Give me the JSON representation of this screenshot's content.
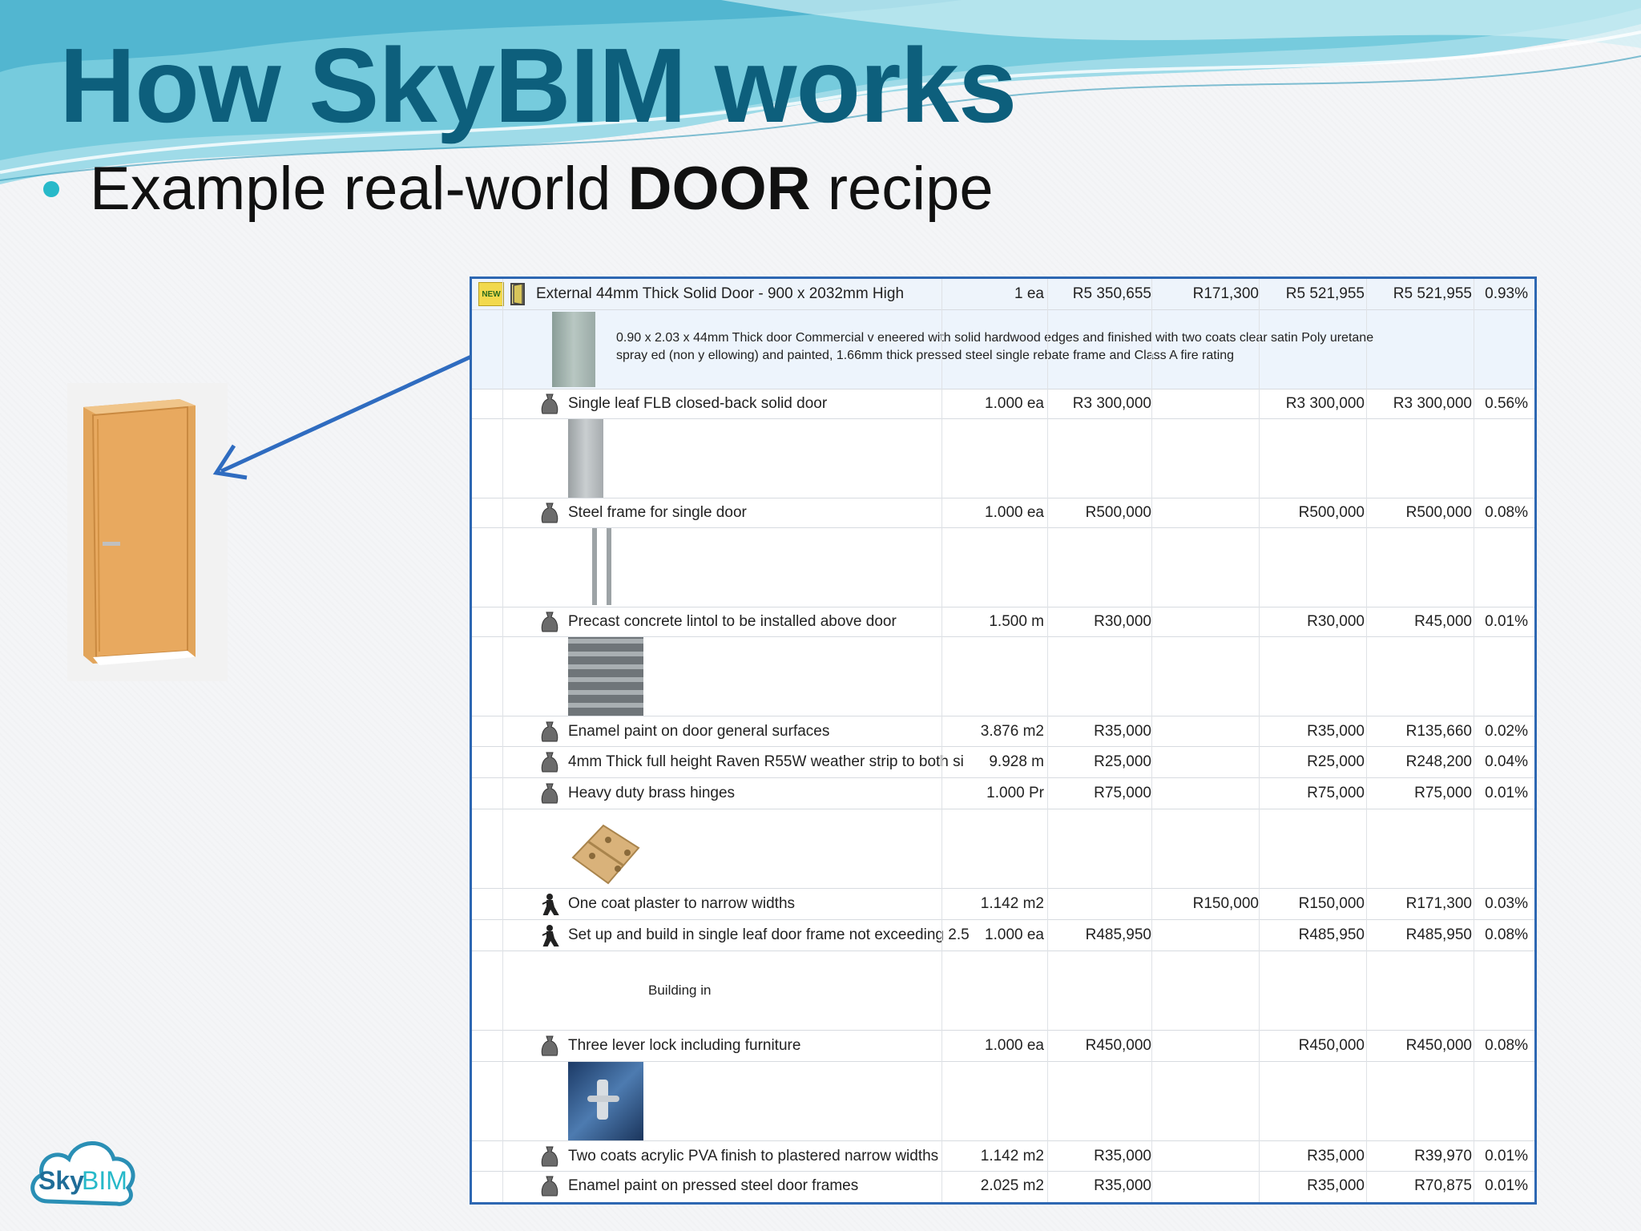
{
  "slide": {
    "title": "How SkyBIM works",
    "subtitle_prefix": "Example real-world ",
    "subtitle_bold": "DOOR",
    "subtitle_suffix": " recipe",
    "colors": {
      "title": "#0d5f7c",
      "bullet": "#27b9c9",
      "table_border": "#2d67b2",
      "arrow": "#2f6cc0"
    }
  },
  "logo": {
    "text_sky": "Sky",
    "text_bim": "BIM"
  },
  "table": {
    "header_item": {
      "badge": "NEW",
      "description": "External 44mm Thick Solid Door - 900 x 2032mm High",
      "qty": "1 ea",
      "rate": "R5 350,655",
      "labour": "R171,300",
      "total_rate": "R5 521,955",
      "amount": "R5 521,955",
      "pct": "0.93%",
      "note_line1": "0.90 x 2.03 x 44mm Thick door Commercial v eneered with solid hardwood edges and finished with two coats clear satin Poly uretane",
      "note_line2": "spray ed (non y ellowing) and painted, 1.66mm thick pressed steel single rebate frame and Class A fire rating"
    },
    "rows": [
      {
        "icon": "material-bag-icon",
        "description": "Single leaf FLB closed-back solid door",
        "qty": "1.000 ea",
        "rate": "R3 300,000",
        "labour": "",
        "total_rate": "R3 300,000",
        "amount": "R3 300,000",
        "pct": "0.56%"
      },
      {
        "icon": "material-bag-icon",
        "description": "Steel frame for single door",
        "qty": "1.000 ea",
        "rate": "R500,000",
        "labour": "",
        "total_rate": "R500,000",
        "amount": "R500,000",
        "pct": "0.08%"
      },
      {
        "icon": "material-bag-icon",
        "description": "Precast concrete lintol to be installed above door",
        "qty": "1.500 m",
        "rate": "R30,000",
        "labour": "",
        "total_rate": "R30,000",
        "amount": "R45,000",
        "pct": "0.01%"
      },
      {
        "icon": "material-bag-icon",
        "description": "Enamel paint on door general surfaces",
        "qty": "3.876 m2",
        "rate": "R35,000",
        "labour": "",
        "total_rate": "R35,000",
        "amount": "R135,660",
        "pct": "0.02%"
      },
      {
        "icon": "material-bag-icon",
        "description": "4mm Thick full height Raven R55W weather strip to both si",
        "qty": "9.928 m",
        "rate": "R25,000",
        "labour": "",
        "total_rate": "R25,000",
        "amount": "R248,200",
        "pct": "0.04%"
      },
      {
        "icon": "material-bag-icon",
        "description": "Heavy duty brass hinges",
        "qty": "1.000 Pr",
        "rate": "R75,000",
        "labour": "",
        "total_rate": "R75,000",
        "amount": "R75,000",
        "pct": "0.01%"
      },
      {
        "icon": "labour-worker-icon",
        "description": "One coat plaster to narrow widths",
        "qty": "1.142 m2",
        "rate": "",
        "labour": "R150,000",
        "total_rate": "R150,000",
        "amount": "R171,300",
        "pct": "0.03%"
      },
      {
        "icon": "labour-worker-icon",
        "description": "Set up and build in single leaf door frame not exceeding 2.5",
        "qty": "1.000 ea",
        "rate": "R485,950",
        "labour": "",
        "total_rate": "R485,950",
        "amount": "R485,950",
        "pct": "0.08%"
      },
      {
        "icon": "material-bag-icon",
        "description": "Three lever lock including furniture",
        "qty": "1.000 ea",
        "rate": "R450,000",
        "labour": "",
        "total_rate": "R450,000",
        "amount": "R450,000",
        "pct": "0.08%"
      },
      {
        "icon": "material-bag-icon",
        "description": "Two coats acrylic PVA finish to plastered narrow widths",
        "qty": "1.142 m2",
        "rate": "R35,000",
        "labour": "",
        "total_rate": "R35,000",
        "amount": "R39,970",
        "pct": "0.01%"
      },
      {
        "icon": "material-bag-icon",
        "description": "Enamel paint on pressed steel door frames",
        "qty": "2.025 m2",
        "rate": "R35,000",
        "labour": "",
        "total_rate": "R35,000",
        "amount": "R70,875",
        "pct": "0.01%"
      }
    ],
    "building_in_label": "Building in"
  }
}
